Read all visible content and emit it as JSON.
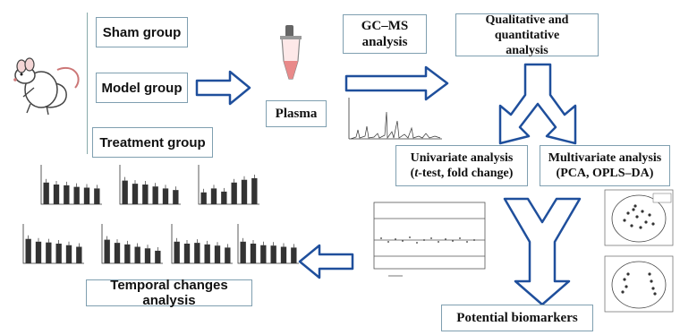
{
  "groups": {
    "sham": "Sham group",
    "model": "Model group",
    "treatment": "Treatment group"
  },
  "plasma": "Plasma",
  "gcms": {
    "line1": "GC–MS",
    "line2": "analysis"
  },
  "qualitative": {
    "line1": "Qualitative and quantitative",
    "line2": "analysis"
  },
  "univariate": {
    "line1": "Univariate analysis",
    "line2_italic": "t",
    "line2_rest": "-test, fold change)",
    "line2_open": "("
  },
  "multivariate": {
    "line1": "Multivariate analysis",
    "line2": "(PCA, OPLS–DA)"
  },
  "temporal": "Temporal changes analysis",
  "biomarkers": "Potential biomarkers",
  "colors": {
    "box_border": "#7f9fb0",
    "arrow_stroke": "#1f4f9c",
    "bar_fill": "#333333"
  },
  "icons": [
    "rat-icon",
    "tube-icon",
    "chromatogram-icon",
    "volcano-plot-icon",
    "pca-plot-icon"
  ],
  "chart_data": [
    {
      "type": "bar",
      "values": [
        0.55,
        0.5,
        0.48,
        0.44,
        0.42,
        0.4
      ]
    },
    {
      "type": "bar",
      "values": [
        0.6,
        0.52,
        0.5,
        0.45,
        0.4,
        0.36
      ]
    },
    {
      "type": "bar",
      "values": [
        0.3,
        0.4,
        0.32,
        0.55,
        0.62,
        0.66
      ]
    },
    {
      "type": "bar",
      "values": [
        0.62,
        0.55,
        0.53,
        0.5,
        0.46,
        0.42
      ]
    },
    {
      "type": "bar",
      "values": [
        0.6,
        0.52,
        0.48,
        0.42,
        0.38,
        0.32
      ]
    },
    {
      "type": "bar",
      "values": [
        0.55,
        0.5,
        0.52,
        0.48,
        0.45,
        0.4
      ]
    },
    {
      "type": "bar",
      "values": [
        0.55,
        0.5,
        0.46,
        0.45,
        0.42,
        0.4
      ]
    }
  ]
}
